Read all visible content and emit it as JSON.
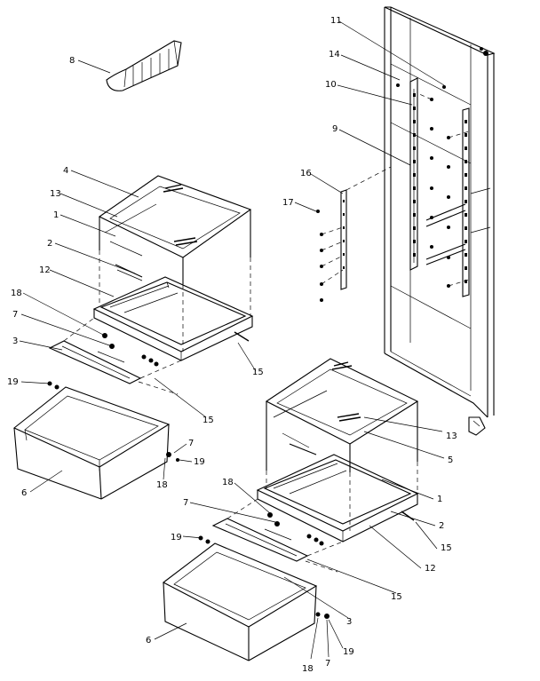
{
  "callouts": [
    {
      "id": "c8a",
      "text": "8"
    },
    {
      "id": "c4a",
      "text": "4"
    },
    {
      "id": "c13a",
      "text": "13"
    },
    {
      "id": "c1a",
      "text": "1"
    },
    {
      "id": "c2a",
      "text": "2"
    },
    {
      "id": "c12a",
      "text": "12"
    },
    {
      "id": "c18a",
      "text": "18"
    },
    {
      "id": "c7a",
      "text": "7"
    },
    {
      "id": "c3a",
      "text": "3"
    },
    {
      "id": "c19a",
      "text": "19"
    },
    {
      "id": "c15a",
      "text": "15"
    },
    {
      "id": "c15b",
      "text": "15"
    },
    {
      "id": "c6a",
      "text": "6"
    },
    {
      "id": "c7b",
      "text": "7"
    },
    {
      "id": "c19b",
      "text": "19"
    },
    {
      "id": "c18b",
      "text": "18"
    },
    {
      "id": "c11",
      "text": "11"
    },
    {
      "id": "c14",
      "text": "14"
    },
    {
      "id": "c10",
      "text": "10"
    },
    {
      "id": "c9",
      "text": "9"
    },
    {
      "id": "c16",
      "text": "16"
    },
    {
      "id": "c17",
      "text": "17"
    },
    {
      "id": "c13b",
      "text": "13"
    },
    {
      "id": "c5",
      "text": "5"
    },
    {
      "id": "c1b",
      "text": "1"
    },
    {
      "id": "c2b",
      "text": "2"
    },
    {
      "id": "c15c",
      "text": "15"
    },
    {
      "id": "c12b",
      "text": "12"
    },
    {
      "id": "c15d",
      "text": "15"
    },
    {
      "id": "c18c",
      "text": "18"
    },
    {
      "id": "c7c",
      "text": "7"
    },
    {
      "id": "c19c",
      "text": "19"
    },
    {
      "id": "c3b",
      "text": "3"
    },
    {
      "id": "c6b",
      "text": "6"
    },
    {
      "id": "c18d",
      "text": "18"
    },
    {
      "id": "c7d",
      "text": "7"
    },
    {
      "id": "c19d",
      "text": "19"
    }
  ]
}
